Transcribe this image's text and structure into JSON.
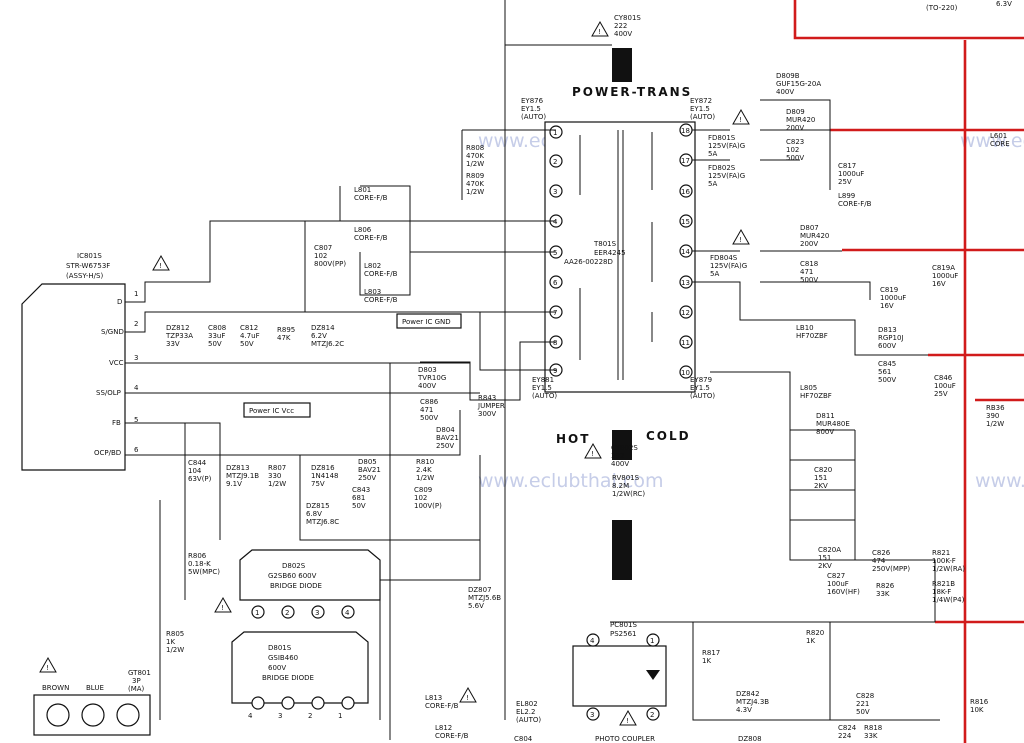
{
  "title": {
    "power_trans": "POWER-TRANS",
    "hot": "HOT",
    "cold": "COLD"
  },
  "watermark": "www.eclubthai.com",
  "notes": {
    "power_ic_gnd": "Power IC GND",
    "power_ic_vcc": "Power IC Vcc"
  },
  "ic": {
    "ref": "IC801S",
    "part": "STR-W6753F",
    "note": "(ASSY-H/S)",
    "pins": [
      {
        "name": "D",
        "num": "1"
      },
      {
        "name": "S/GND",
        "num": "2"
      },
      {
        "name": "VCC",
        "num": "3"
      },
      {
        "name": "SS/OLP",
        "num": "4"
      },
      {
        "name": "FB",
        "num": "5"
      },
      {
        "name": "OCP/BD",
        "num": "6"
      }
    ]
  },
  "transformer": {
    "lines": [
      "T801S",
      "EER4245",
      "AA26-00228D"
    ],
    "pin_numbers": [
      "1",
      "2",
      "3",
      "4",
      "5",
      "6",
      "7",
      "8",
      "9",
      "10",
      "11",
      "12",
      "13",
      "14",
      "15",
      "16",
      "17",
      "18"
    ]
  },
  "bridge1": {
    "lines": [
      "D802S",
      "G2SB60  600V",
      "BRIDGE DIODE"
    ],
    "pins": [
      "1",
      "2",
      "3",
      "4"
    ]
  },
  "bridge2": {
    "lines": [
      "D801S",
      "GSIB460",
      "600V",
      "BRIDGE DIODE"
    ],
    "pins": [
      "4",
      "3",
      "2",
      "1"
    ]
  },
  "optocoupler": {
    "lines": [
      "PC801S",
      "PS2561"
    ],
    "pins": [
      "4",
      "3",
      "1",
      "2"
    ],
    "footer": "PHOTO COUPLER"
  },
  "connector": {
    "ref": "GT801",
    "spec": "3P",
    "note": "(MA)",
    "labels": [
      "BROWN",
      "BLUE"
    ]
  },
  "top_right": {
    "line1": "(TO-220)",
    "line2": "6.3V"
  },
  "components": [
    {
      "id": "cy801s",
      "lines": [
        "CY801S",
        "222",
        "400V"
      ]
    },
    {
      "id": "ey876",
      "lines": [
        "EY876",
        "EY1.5",
        "(AUTO)"
      ]
    },
    {
      "id": "ey872",
      "lines": [
        "EY872",
        "EY1.5",
        "(AUTO)"
      ]
    },
    {
      "id": "r808",
      "lines": [
        "R808",
        "470K",
        "1/2W"
      ]
    },
    {
      "id": "r809",
      "lines": [
        "R809",
        "470K",
        "1/2W"
      ]
    },
    {
      "id": "fd801s",
      "lines": [
        "FD801S",
        "125V(FA)G",
        "5A"
      ]
    },
    {
      "id": "fd802s",
      "lines": [
        "FD802S",
        "125V(FA)G",
        "5A"
      ]
    },
    {
      "id": "d809b",
      "lines": [
        "D809B",
        "GUF15G-20A",
        "400V"
      ]
    },
    {
      "id": "d809",
      "lines": [
        "D809",
        "MUR420",
        "200V"
      ]
    },
    {
      "id": "c823",
      "lines": [
        "C823",
        "102",
        "500V"
      ]
    },
    {
      "id": "c817",
      "lines": [
        "C817",
        "1000uF",
        "25V"
      ]
    },
    {
      "id": "l899",
      "lines": [
        "L899",
        "CORE-F/B"
      ]
    },
    {
      "id": "l601",
      "lines": [
        "L601",
        "CORE"
      ]
    },
    {
      "id": "l801",
      "lines": [
        "L801",
        "CORE-F/B"
      ]
    },
    {
      "id": "l806",
      "lines": [
        "L806",
        "CORE-F/B"
      ]
    },
    {
      "id": "l802",
      "lines": [
        "L802",
        "CORE-F/B"
      ]
    },
    {
      "id": "l803",
      "lines": [
        "L803",
        "CORE-F/B"
      ]
    },
    {
      "id": "c807",
      "lines": [
        "C807",
        "102",
        "800V(PP)"
      ]
    },
    {
      "id": "d807",
      "lines": [
        "D807",
        "MUR420",
        "200V"
      ]
    },
    {
      "id": "fd804s",
      "lines": [
        "FD804S",
        "125V(FA)G",
        "5A"
      ]
    },
    {
      "id": "c818",
      "lines": [
        "C818",
        "471",
        "500V"
      ]
    },
    {
      "id": "c819a",
      "lines": [
        "C819A",
        "1000uF",
        "16V"
      ]
    },
    {
      "id": "c819",
      "lines": [
        "C819",
        "1000uF",
        "16V"
      ]
    },
    {
      "id": "lb10",
      "lines": [
        "LB10",
        "HF70ZBF"
      ]
    },
    {
      "id": "d813",
      "lines": [
        "D813",
        "RGP10J",
        "600V"
      ]
    },
    {
      "id": "c845",
      "lines": [
        "C845",
        "561",
        "500V"
      ]
    },
    {
      "id": "c846",
      "lines": [
        "C846",
        "100uF",
        "25V"
      ]
    },
    {
      "id": "rb36",
      "lines": [
        "RB36",
        "390",
        "1/2W"
      ]
    },
    {
      "id": "dz812",
      "lines": [
        "DZ812",
        "TZP33A",
        "33V"
      ]
    },
    {
      "id": "c808",
      "lines": [
        "C808",
        "33uF",
        "50V"
      ]
    },
    {
      "id": "c812",
      "lines": [
        "C812",
        "4.7uF",
        "50V"
      ]
    },
    {
      "id": "r895",
      "lines": [
        "R895",
        "47K"
      ]
    },
    {
      "id": "dz814",
      "lines": [
        "DZ814",
        "6.2V",
        "MTZJ6.2C"
      ]
    },
    {
      "id": "d803",
      "lines": [
        "D803",
        "TVR10G",
        "400V"
      ]
    },
    {
      "id": "c886",
      "lines": [
        "C886",
        "471",
        "500V"
      ]
    },
    {
      "id": "r843",
      "lines": [
        "R843",
        "JUMPER",
        "300V"
      ]
    },
    {
      "id": "ey881",
      "lines": [
        "EY881",
        "EY1.5",
        "(AUTO)"
      ]
    },
    {
      "id": "ey879",
      "lines": [
        "EY879",
        "EY1.5",
        "(AUTO)"
      ]
    },
    {
      "id": "l805",
      "lines": [
        "L805",
        "HF70ZBF"
      ]
    },
    {
      "id": "d811",
      "lines": [
        "D811",
        "MUR480E",
        "800V"
      ]
    },
    {
      "id": "c820",
      "lines": [
        "C820",
        "151",
        "2KV"
      ]
    },
    {
      "id": "c820a",
      "lines": [
        "C820A",
        "151",
        "2KV"
      ]
    },
    {
      "id": "d804",
      "lines": [
        "D804",
        "BAV21",
        "250V"
      ]
    },
    {
      "id": "c844",
      "lines": [
        "C844",
        "104",
        "63V(P)"
      ]
    },
    {
      "id": "dz813",
      "lines": [
        "DZ813",
        "MTZJ9.1B",
        "9.1V"
      ]
    },
    {
      "id": "r807",
      "lines": [
        "R807",
        "330",
        "1/2W"
      ]
    },
    {
      "id": "dz816",
      "lines": [
        "DZ816",
        "1N4148",
        "75V"
      ]
    },
    {
      "id": "d805",
      "lines": [
        "D805",
        "BAV21",
        "250V"
      ]
    },
    {
      "id": "r810",
      "lines": [
        "R810",
        "2.4K",
        "1/2W"
      ]
    },
    {
      "id": "c843",
      "lines": [
        "C843",
        "681",
        "50V"
      ]
    },
    {
      "id": "c809",
      "lines": [
        "C809",
        "102",
        "100V(P)"
      ]
    },
    {
      "id": "dz815",
      "lines": [
        "DZ815",
        "6.8V",
        "MTZJ6.8C"
      ]
    },
    {
      "id": "cy802s",
      "lines": [
        "CY802S",
        "332",
        "400V"
      ]
    },
    {
      "id": "rv801s",
      "lines": [
        "RV801S",
        "8.2M",
        "1/2W(RC)"
      ]
    },
    {
      "id": "c826",
      "lines": [
        "C826",
        "474",
        "250V(MPP)"
      ]
    },
    {
      "id": "c827",
      "lines": [
        "C827",
        "100uF",
        "160V(HF)"
      ]
    },
    {
      "id": "r826",
      "lines": [
        "R826",
        "33K"
      ]
    },
    {
      "id": "r821",
      "lines": [
        "R821",
        "100K-F",
        "1/2W(RA)"
      ]
    },
    {
      "id": "r821b",
      "lines": [
        "R821B",
        "18K-F",
        "1/4W(P4)"
      ]
    },
    {
      "id": "r806",
      "lines": [
        "R806",
        "0.18-K",
        "5W(MPC)"
      ]
    },
    {
      "id": "dz807",
      "lines": [
        "DZ807",
        "MTZJ5.6B",
        "5.6V"
      ]
    },
    {
      "id": "r805",
      "lines": [
        "R805",
        "1K",
        "1/2W"
      ]
    },
    {
      "id": "r820",
      "lines": [
        "R820",
        "1K"
      ]
    },
    {
      "id": "r817",
      "lines": [
        "R817",
        "1K"
      ]
    },
    {
      "id": "dz842",
      "lines": [
        "DZ842",
        "MTZJ4.3B",
        "4.3V"
      ]
    },
    {
      "id": "c828",
      "lines": [
        "C828",
        "221",
        "50V"
      ]
    },
    {
      "id": "c824",
      "lines": [
        "C824",
        "224"
      ]
    },
    {
      "id": "r818",
      "lines": [
        "R818",
        "33K"
      ]
    },
    {
      "id": "r816",
      "lines": [
        "R816",
        "10K"
      ]
    },
    {
      "id": "l813",
      "lines": [
        "L813",
        "CORE-F/B"
      ]
    },
    {
      "id": "l812",
      "lines": [
        "L812",
        "CORE-F/B"
      ]
    },
    {
      "id": "el802",
      "lines": [
        "EL802",
        "EL2.2",
        "(AUTO)"
      ]
    },
    {
      "id": "dz808",
      "lines": [
        "DZ808"
      ]
    },
    {
      "id": "c804",
      "lines": [
        "C804"
      ]
    }
  ]
}
